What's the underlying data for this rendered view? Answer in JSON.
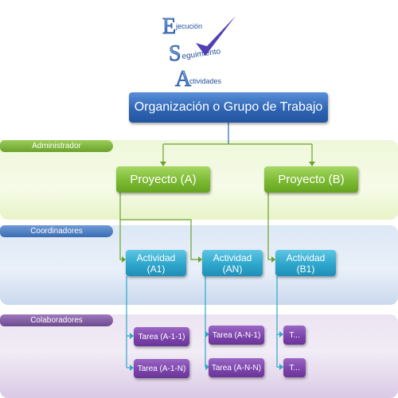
{
  "logo": {
    "letter_e": "E",
    "letter_s": "S",
    "letter_a": "A",
    "word_1": "jecución",
    "word_2": "eguimiento",
    "word_3": "ctividades"
  },
  "root": {
    "label": "Organización o Grupo de Trabajo"
  },
  "bands": {
    "admin": "Administrador",
    "coord": "Coordinadores",
    "colab": "Colaboradores"
  },
  "projects": [
    {
      "label": "Proyecto (A)"
    },
    {
      "label": "Proyecto (B)"
    }
  ],
  "activities": [
    {
      "line1": "Actividad",
      "line2": "(A1)"
    },
    {
      "line1": "Actividad",
      "line2": "(AN)"
    },
    {
      "line1": "Actividad",
      "line2": "(B1)"
    }
  ],
  "tasks": [
    {
      "label": "Tarea (A-1-1)"
    },
    {
      "label": "Tarea (A-1-N)"
    },
    {
      "label": "Tarea (A-N-1)"
    },
    {
      "label": "Tarea (A-N-N)"
    },
    {
      "label": "T..."
    },
    {
      "label": "T..."
    }
  ],
  "colors": {
    "root": "#2f65b3",
    "project": "#7cba33",
    "activity": "#2ea6cb",
    "task": "#7b43ab"
  }
}
